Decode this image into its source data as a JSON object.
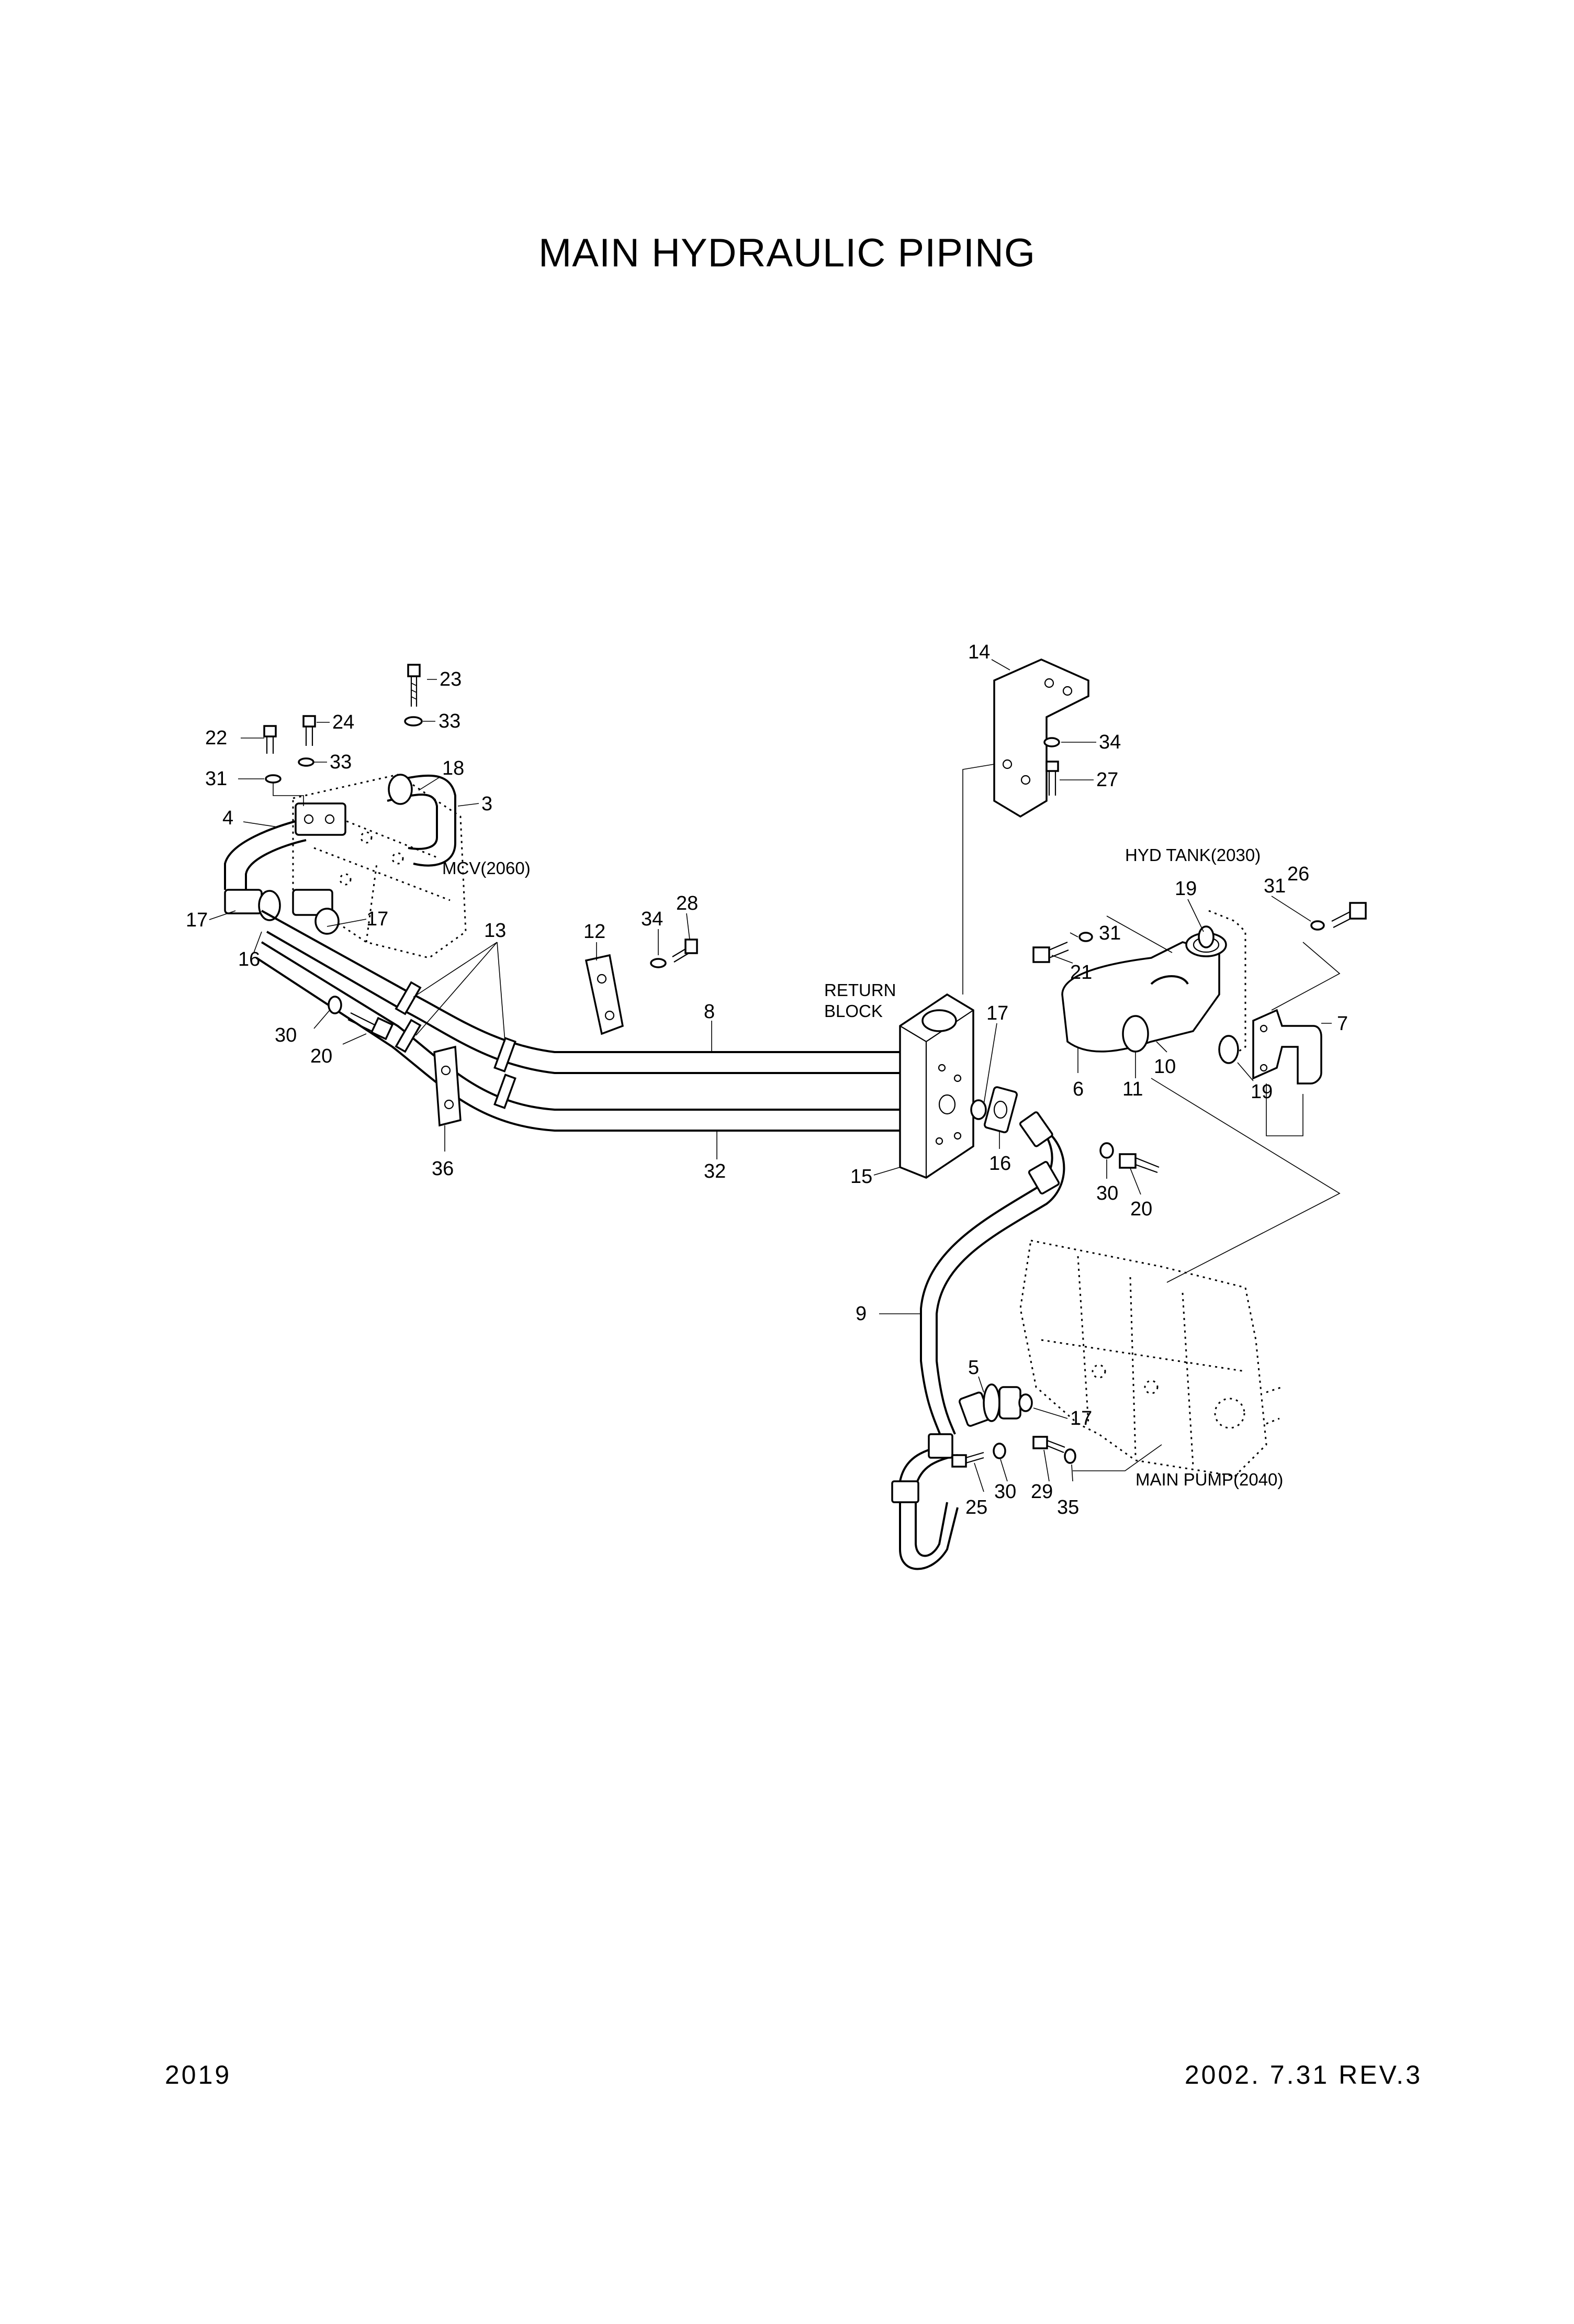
{
  "title": "MAIN HYDRAULIC PIPING",
  "page_number": "2019",
  "revision": "2002. 7.31 REV.3",
  "notes": {
    "mcv": "MCV(2060)",
    "hyd_tank": "HYD TANK(2030)",
    "return_block_1": "RETURN",
    "return_block_2": "BLOCK",
    "main_pump": "MAIN PUMP(2040)"
  },
  "callouts": {
    "c23": "23",
    "c33a": "33",
    "c22": "22",
    "c24": "24",
    "c33b": "33",
    "c31a": "31",
    "c18": "18",
    "c3": "3",
    "c4": "4",
    "c17a": "17",
    "c17b": "17",
    "c16a": "16",
    "c13": "13",
    "c12": "12",
    "c34a": "34",
    "c28": "28",
    "c30a": "30",
    "c20a": "20",
    "c36": "36",
    "c8": "8",
    "c32": "32",
    "c14": "14",
    "c34b": "34",
    "c27": "27",
    "c15": "15",
    "c17c": "17",
    "c16b": "16",
    "c30b": "30",
    "c20b": "20",
    "c19a": "19",
    "c31b": "31",
    "c26": "26",
    "c31c": "31",
    "c21": "21",
    "c6": "6",
    "c11": "11",
    "c10": "10",
    "c19b": "19",
    "c7": "7",
    "c9": "9",
    "c5": "5",
    "c17d": "17",
    "c25": "25",
    "c30c": "30",
    "c29": "29",
    "c35": "35"
  }
}
